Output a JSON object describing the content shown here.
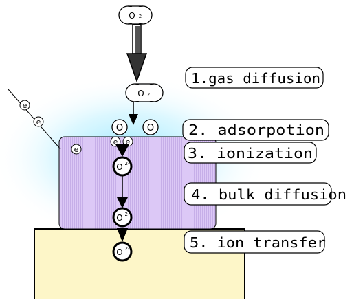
{
  "steps": [
    {
      "label": "1.gas diffusion"
    },
    {
      "label": "2. adsorpotion"
    },
    {
      "label": "3. ionization"
    },
    {
      "label": "4. bulk diffusion"
    },
    {
      "label": "5. ion transfer"
    }
  ],
  "molecule": {
    "symbol": "O",
    "subscript": "2"
  },
  "adsorbed_atom": "O",
  "electron": "e",
  "oxide_ion": {
    "symbol": "O",
    "charge": "2-"
  },
  "colors": {
    "electrode": "#d8c4f4",
    "electrode_stripe": "#c9b2ea",
    "electrolyte": "#fdf6c8",
    "glow": "#8fe6ff"
  }
}
